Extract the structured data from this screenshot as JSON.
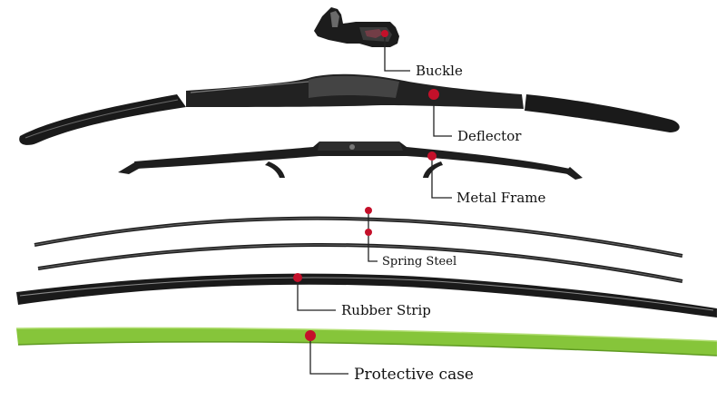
{
  "colors": {
    "blade_black": "#1c1c1c",
    "blade_highlight": "#5a5a5a",
    "marker_red": "#c4102a",
    "leader_line": "#222222",
    "case_green": "#86c53a",
    "case_green_dark": "#5f9a22",
    "background": "#ffffff"
  },
  "labels": {
    "buckle": "Buckle",
    "deflector": "Deflector",
    "metal_frame": "Metal Frame",
    "spring_steel": "Spring Steel",
    "rubber_strip": "Rubber Strip",
    "protective_case": "Protective case"
  }
}
